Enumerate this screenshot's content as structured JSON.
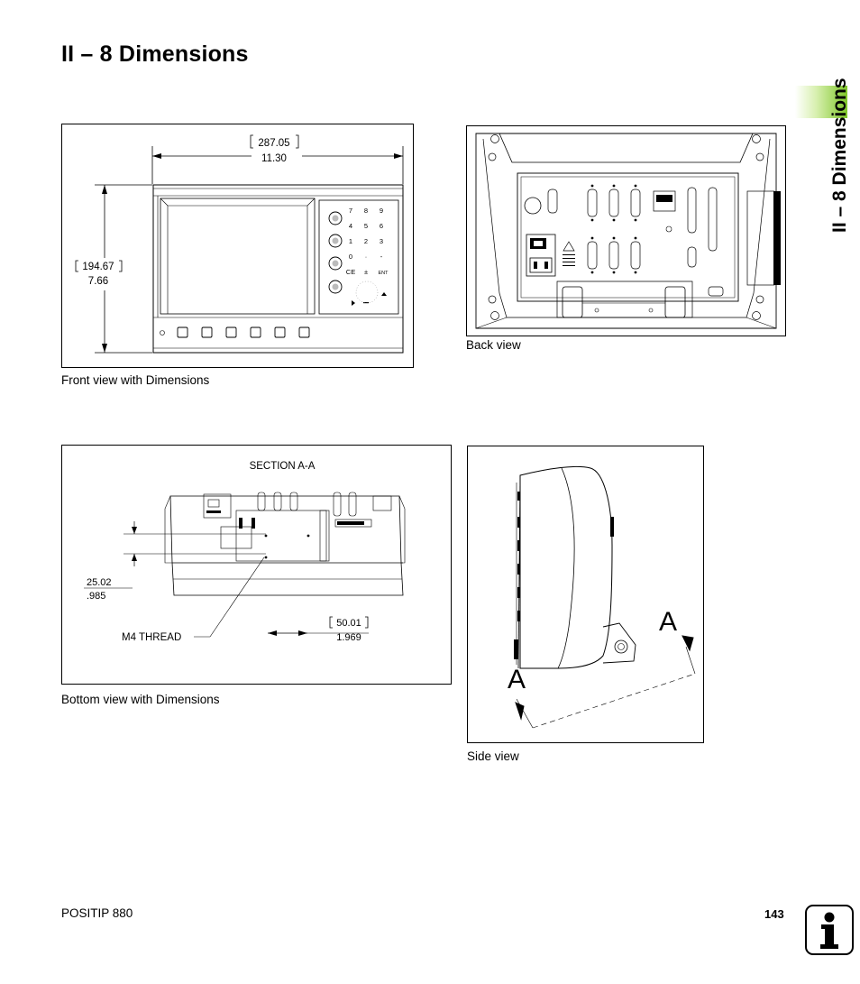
{
  "page": {
    "title": "II – 8  Dimensions",
    "side_tab_title": "II – 8 Dimensions",
    "footer_product": "POSITIP 880",
    "page_number": "143"
  },
  "figures": {
    "front": {
      "caption": "Front view with Dimensions",
      "width_mm": "287.05",
      "width_in": "11.30",
      "height_mm": "194.67",
      "height_in": "7.66",
      "keypad": [
        "7",
        "8",
        "9",
        "4",
        "5",
        "6",
        "1",
        "2",
        "3",
        "0",
        "·",
        "-",
        "CE",
        "±",
        "ENT"
      ]
    },
    "back": {
      "caption": "Back view"
    },
    "bottom": {
      "caption": "Bottom view with Dimensions",
      "section_label": "SECTION A-A",
      "dim1_mm": "25.02",
      "dim1_in": ".985",
      "thread_label": "M4 THREAD",
      "dim2_mm": "50.01",
      "dim2_in": "1.969"
    },
    "side": {
      "caption": "Side view",
      "section_marker_a": "A",
      "section_marker_b": "A"
    }
  }
}
